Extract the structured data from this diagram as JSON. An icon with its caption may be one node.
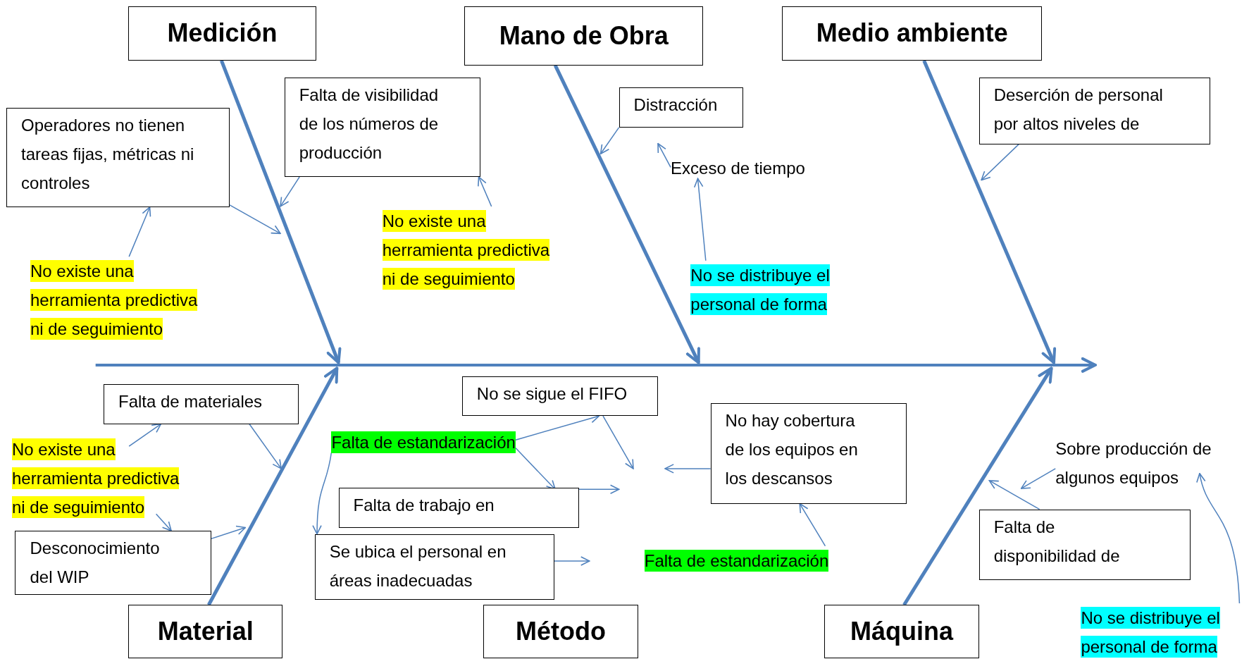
{
  "diagram": {
    "nodes": [
      {
        "text": [
          "Medición"
        ]
      },
      {
        "text": [
          "Mano de Obra"
        ]
      },
      {
        "text": [
          "Medio ambiente"
        ]
      },
      {
        "text": [
          "Operadores no tienen tareas fijas, métricas ni controles"
        ]
      },
      {
        "text": [
          "Falta de visibilidad de los números de producción"
        ]
      },
      {
        "text": [
          "No existe una herramienta predictiva ni de seguimiento"
        ]
      },
      {
        "text": [
          "No existe una herramienta predictiva ni de seguimiento"
        ]
      },
      {
        "text": [
          "Distracción"
        ]
      },
      {
        "text": [
          "Exceso de tiempo"
        ]
      },
      {
        "text": [
          "No se distribuye el personal de forma"
        ]
      },
      {
        "text": [
          "Deserción de personal por altos niveles de"
        ]
      },
      {
        "text": [
          "Falta de materiales"
        ]
      },
      {
        "text": [
          "No existe una herramienta predictiva ni de seguimiento"
        ]
      },
      {
        "text": [
          "Desconocimiento del WIP"
        ]
      },
      {
        "text": [
          "No se sigue el FIFO"
        ]
      },
      {
        "text": [
          "Falta de estandarización"
        ]
      },
      {
        "text": [
          "Falta de trabajo en"
        ]
      },
      {
        "text": [
          "Se ubica el personal en áreas inadecuadas"
        ]
      },
      {
        "text": [
          "No hay cobertura de los equipos en los descansos"
        ]
      },
      {
        "text": [
          "Falta de estandarización"
        ]
      },
      {
        "text": [
          "Sobre producción de algunos equipos"
        ]
      },
      {
        "text": [
          "Falta de disponibilidad de"
        ]
      },
      {
        "text": [
          "No se distribuye el personal de forma"
        ]
      },
      {
        "text": [
          "Material"
        ]
      },
      {
        "text": [
          "Método"
        ]
      },
      {
        "text": [
          "Máquina"
        ]
      }
    ],
    "edges": [
      {
        "from": 0,
        "to": null,
        "arrow": "to",
        "style": "thick"
      },
      {
        "from": 1,
        "to": null,
        "arrow": "to",
        "style": "thick"
      },
      {
        "from": 2,
        "to": null,
        "arrow": "to",
        "style": "thick"
      },
      {
        "from": 23,
        "to": null,
        "arrow": "to",
        "style": "thick"
      },
      {
        "from": 25,
        "to": null,
        "arrow": "to",
        "style": "thick"
      },
      {
        "from": 3,
        "to": null,
        "arrow": "to"
      },
      {
        "from": 4,
        "to": null,
        "arrow": "to"
      },
      {
        "from": 5,
        "to": 3,
        "arrow": "to"
      },
      {
        "from": 6,
        "to": 4,
        "arrow": "to"
      },
      {
        "from": 7,
        "to": null,
        "arrow": "to"
      },
      {
        "from": 8,
        "to": null,
        "arrow": "to"
      },
      {
        "from": 9,
        "to": 8,
        "arrow": "to"
      },
      {
        "from": 10,
        "to": null,
        "arrow": "to"
      },
      {
        "from": 11,
        "to": null,
        "arrow": "to"
      },
      {
        "from": 12,
        "to": 11,
        "arrow": "to"
      },
      {
        "from": 12,
        "to": 13,
        "arrow": "to"
      },
      {
        "from": 13,
        "to": null,
        "arrow": "to"
      },
      {
        "from": 15,
        "to": 14,
        "arrow": "to"
      },
      {
        "from": 15,
        "to": 16,
        "arrow": "to"
      },
      {
        "from": 15,
        "to": 17,
        "arrow": "to"
      },
      {
        "from": 14,
        "to": null,
        "arrow": "to"
      },
      {
        "from": 16,
        "to": null,
        "arrow": "to"
      },
      {
        "from": 17,
        "to": null,
        "arrow": "to"
      },
      {
        "from": 18,
        "to": null,
        "arrow": "to"
      },
      {
        "from": 19,
        "to": 18,
        "arrow": "to"
      },
      {
        "from": 20,
        "to": null,
        "arrow": "to"
      },
      {
        "from": 21,
        "to": null,
        "arrow": "to"
      },
      {
        "from": 22,
        "to": 20,
        "arrow": "to"
      }
    ]
  }
}
